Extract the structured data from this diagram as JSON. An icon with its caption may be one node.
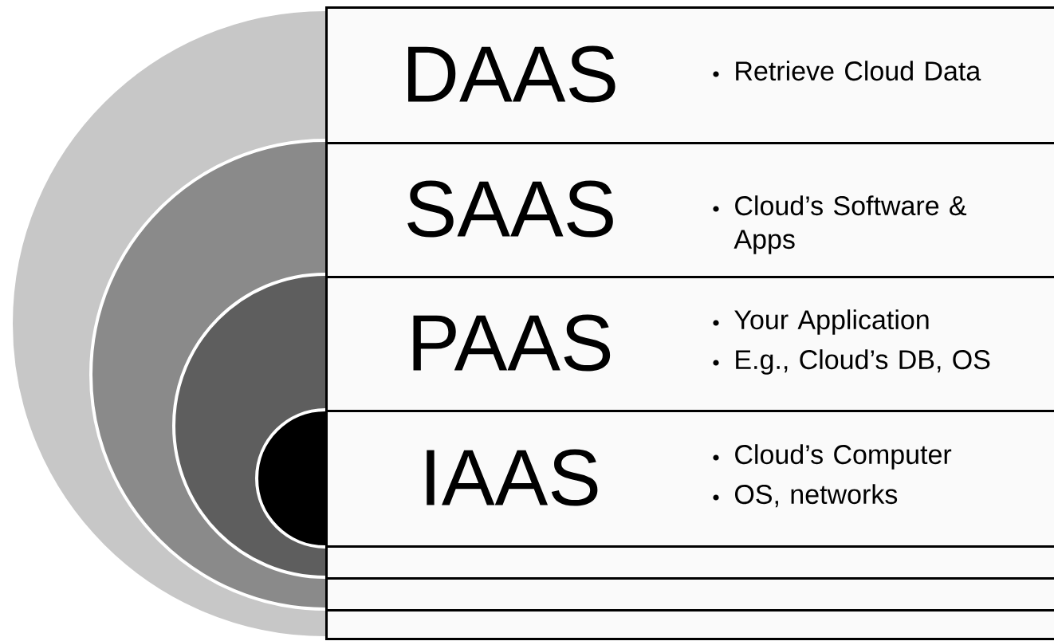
{
  "diagram": {
    "nodes": [
      {
        "text": [
          "DAAS",
          "Retrieve Cloud Data"
        ]
      },
      {
        "text": [
          "SAAS",
          "Cloud’s Software & Apps"
        ]
      },
      {
        "text": [
          "PAAS",
          "Your Application",
          "E.g., Cloud’s DB, OS"
        ]
      },
      {
        "text": [
          "IAAS",
          "Cloud’s Computer",
          "OS, networks"
        ]
      },
      {
        "text": [],
        "shape": "box"
      },
      {
        "text": [],
        "shape": "box"
      },
      {
        "text": [],
        "shape": "box"
      }
    ]
  }
}
